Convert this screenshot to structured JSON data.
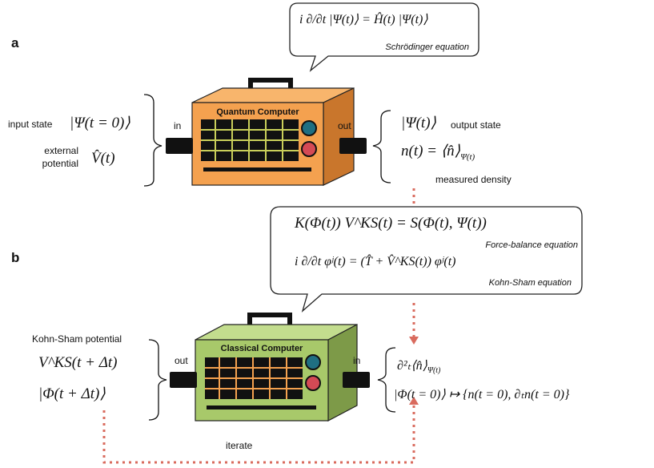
{
  "panel_a": {
    "label": "a",
    "bubble_equation": "i ∂/∂t |Ψ(t)⟩ = Ĥ(t) |Ψ(t)⟩",
    "bubble_caption": "Schrödinger equation",
    "computer_title": "Quantum Computer",
    "input_state_label": "input state",
    "input_state_math": "|Ψ(t = 0)⟩",
    "external_potential_label_1": "external",
    "external_potential_label_2": "potential",
    "external_potential_math": "V̂(t)",
    "in_label": "in",
    "out_label": "out",
    "output_state_math": "|Ψ(t)⟩",
    "output_state_label": "output state",
    "density_math": "n(t) = ⟨n̂⟩",
    "density_subscript": "Ψ(t)",
    "measured_density_label": "measured density"
  },
  "panel_b": {
    "label": "b",
    "force_balance_equation": "K(Φ(t)) V^KS(t) = S(Φ(t), Ψ(t))",
    "force_balance_caption": "Force-balance equation",
    "kohn_sham_equation": "i ∂/∂t φʲ(t) = (T̂ + V̂^KS(t)) φʲ(t)",
    "kohn_sham_caption": "Kohn-Sham equation",
    "computer_title": "Classical Computer",
    "ks_potential_label": "Kohn-Sham potential",
    "ks_potential_math": "V^KS(t + Δt)",
    "phi_next_math": "|Φ(t + Δt)⟩",
    "out_label": "out",
    "in_label": "in",
    "second_derivative_math": "∂²ₜ⟨n̂⟩",
    "second_derivative_subscript": "Ψ(t)",
    "initial_map_math": "|Φ(t = 0)⟩ ↦ {n(t = 0), ∂ₜn(t = 0)}",
    "iterate_label": "iterate"
  },
  "colors": {
    "quantum_box": "#f4a14f",
    "quantum_box_dark": "#c9762c",
    "classical_box": "#a8c96a",
    "classical_box_dark": "#7d9a48",
    "quantum_grid": "#c9cf5a",
    "classical_grid": "#f4a14f",
    "dotted_arrow": "#d96b5e",
    "knob_teal": "#1f6f82",
    "knob_red": "#d44a55"
  }
}
